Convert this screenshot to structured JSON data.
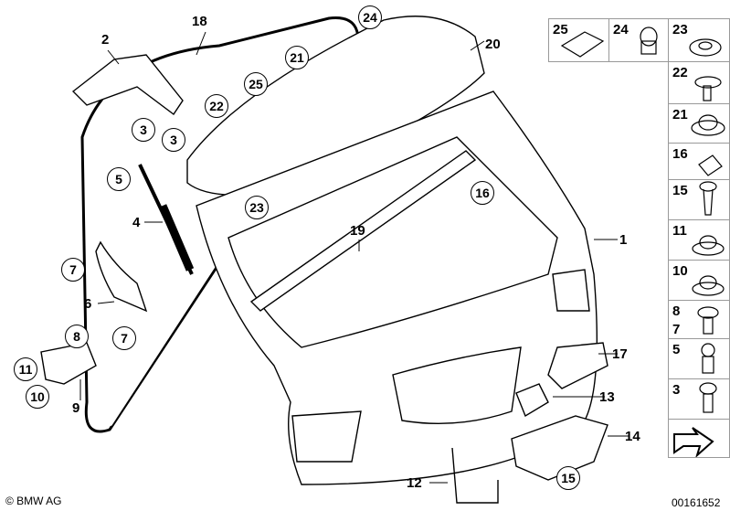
{
  "callouts": {
    "c18": "18",
    "c2": "2",
    "c20": "20",
    "c4": "4",
    "c19": "19",
    "c1": "1",
    "c6": "6",
    "c9": "9",
    "c17": "17",
    "c13": "13",
    "c14": "14",
    "c12": "12"
  },
  "circled": {
    "k24": "24",
    "k21": "21",
    "k25": "25",
    "k22": "22",
    "k3a": "3",
    "k3b": "3",
    "k5": "5",
    "k16": "16",
    "k23": "23",
    "k7a": "7",
    "k7b": "7",
    "k8": "8",
    "k11": "11",
    "k10": "10",
    "k15": "15"
  },
  "parts_grid": {
    "p25": "25",
    "p24": "24",
    "p23": "23",
    "p22": "22",
    "p21": "21",
    "p16": "16",
    "p15": "15",
    "p11": "11",
    "p10": "10",
    "p8": "8",
    "p7": "7",
    "p5": "5",
    "p3": "3"
  },
  "footer": {
    "copyright": "© BMW AG",
    "diagram_number": "00161652"
  }
}
